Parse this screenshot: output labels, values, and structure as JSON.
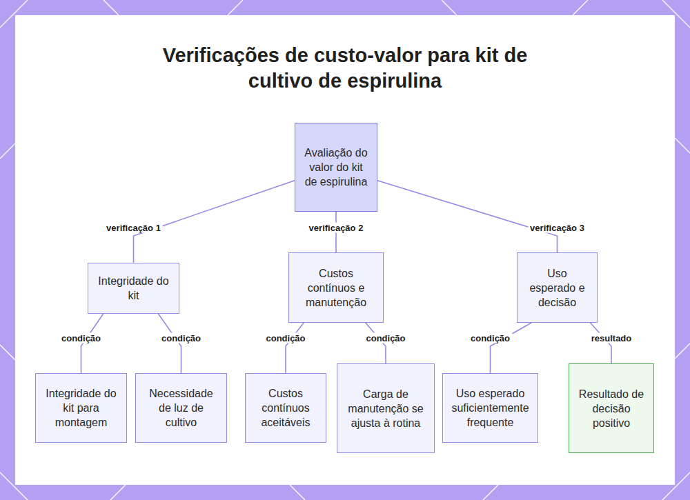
{
  "diagram": {
    "title": "Verificações de custo-valor para kit de cultivo de espirulina",
    "nodes": [
      {
        "text": [
          "Avaliação do valor do kit de espirulina"
        ]
      },
      {
        "text": [
          "Integridade do kit"
        ]
      },
      {
        "text": [
          "Custos contínuos e manutenção"
        ]
      },
      {
        "text": [
          "Uso esperado e decisão"
        ]
      },
      {
        "text": [
          "Integridade do kit para montagem"
        ]
      },
      {
        "text": [
          "Necessidade de luz de cultivo"
        ]
      },
      {
        "text": [
          "Custos contínuos aceitáveis"
        ]
      },
      {
        "text": [
          "Carga de manutenção se ajusta à rotina"
        ]
      },
      {
        "text": [
          "Uso esperado suficientemente frequente"
        ]
      },
      {
        "text": [
          "Resultado de decisão positivo"
        ]
      }
    ],
    "edges": [
      {
        "from": 0,
        "to": 1,
        "arrow": "none",
        "label": "verificação 1"
      },
      {
        "from": 0,
        "to": 2,
        "arrow": "none",
        "label": "verificação 2"
      },
      {
        "from": 0,
        "to": 3,
        "arrow": "none",
        "label": "verificação 3"
      },
      {
        "from": 1,
        "to": 4,
        "arrow": "none",
        "label": "condição"
      },
      {
        "from": 1,
        "to": 5,
        "arrow": "none",
        "label": "condição"
      },
      {
        "from": 2,
        "to": 6,
        "arrow": "none",
        "label": "condição"
      },
      {
        "from": 2,
        "to": 7,
        "arrow": "none",
        "label": "condição"
      },
      {
        "from": 3,
        "to": 8,
        "arrow": "none",
        "label": "condição"
      },
      {
        "from": 3,
        "to": 9,
        "arrow": "none",
        "label": "resultado"
      }
    ]
  }
}
